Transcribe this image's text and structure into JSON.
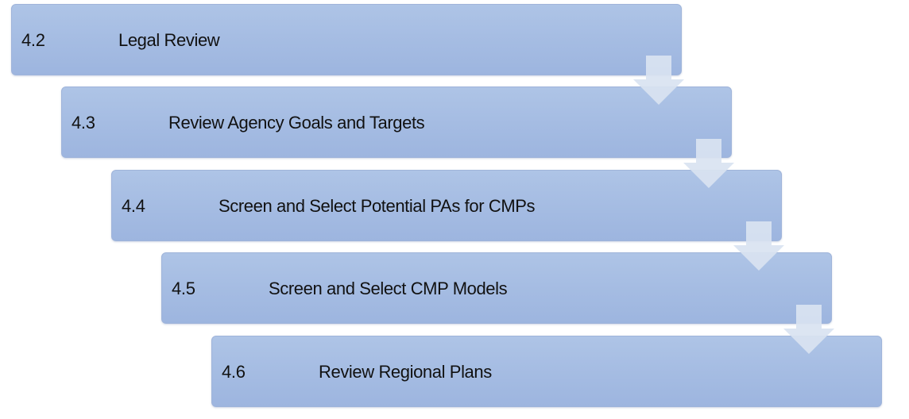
{
  "colors": {
    "box_fill": "#a6bde3",
    "box_border": "#9fb4da",
    "arrow_fill": "#d9e3f1",
    "text": "#111111"
  },
  "steps": [
    {
      "number": "4.2",
      "label": "Legal Review"
    },
    {
      "number": "4.3",
      "label": "Review Agency Goals and Targets"
    },
    {
      "number": "4.4",
      "label": "Screen and Select Potential PAs for CMPs"
    },
    {
      "number": "4.5",
      "label": "Screen and Select CMP Models"
    },
    {
      "number": "4.6",
      "label": "Review Regional Plans"
    }
  ],
  "connectors": [
    {
      "icon": "down-arrow-icon"
    },
    {
      "icon": "down-arrow-icon"
    },
    {
      "icon": "down-arrow-icon"
    },
    {
      "icon": "down-arrow-icon"
    }
  ]
}
